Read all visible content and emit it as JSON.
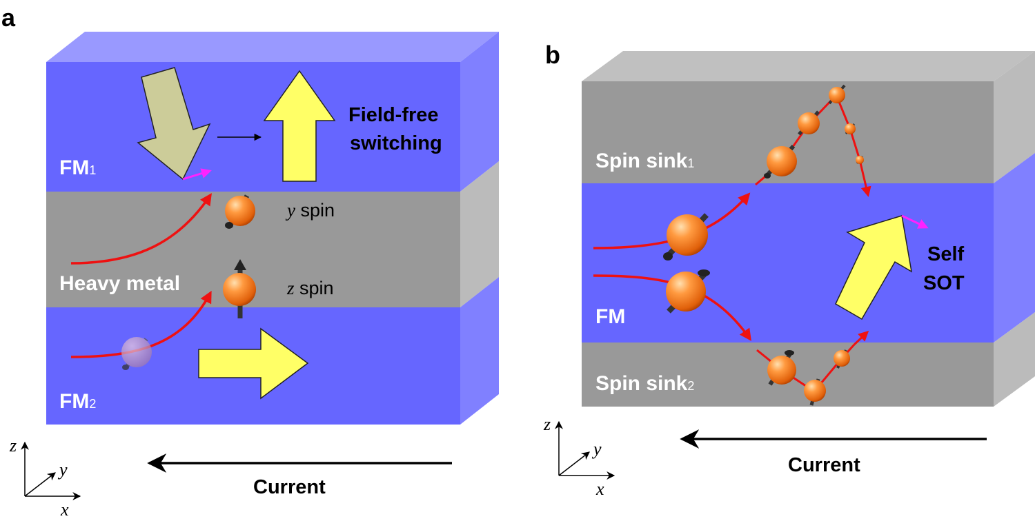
{
  "panel_a": {
    "letter": "a",
    "fm1_base": "FM",
    "fm1_sub": "1",
    "fm2_base": "FM",
    "fm2_sub": "2",
    "heavy_metal": "Heavy metal",
    "field_free_line1": "Field-free",
    "field_free_line2": "switching",
    "y_spin_var": "y",
    "y_spin_text": " spin",
    "z_spin_var": "z",
    "z_spin_text": " spin",
    "current": "Current",
    "axes": {
      "z": "z",
      "y": "y",
      "x": "x"
    }
  },
  "panel_b": {
    "letter": "b",
    "sink1_base": "Spin sink",
    "sink1_sub": "1",
    "sink2_base": "Spin sink",
    "sink2_sub": "2",
    "fm": "FM",
    "self_sot_line1": "Self",
    "self_sot_line2": "SOT",
    "current": "Current",
    "axes": {
      "z": "z",
      "y": "y",
      "x": "x"
    }
  },
  "colors": {
    "fm_front": "#6666ff",
    "fm_side": "#8080ff",
    "fm_top": "#9999ff",
    "metal_front": "#999999",
    "metal_side": "#bbbbbb",
    "metal_top": "#c0c0c0",
    "arrow_yellow": "#ffff66",
    "arrow_tilted": "#cccc99",
    "electron_path": "#ee1111",
    "magenta_vector": "#ff22ff",
    "electron": "#ff7722"
  }
}
